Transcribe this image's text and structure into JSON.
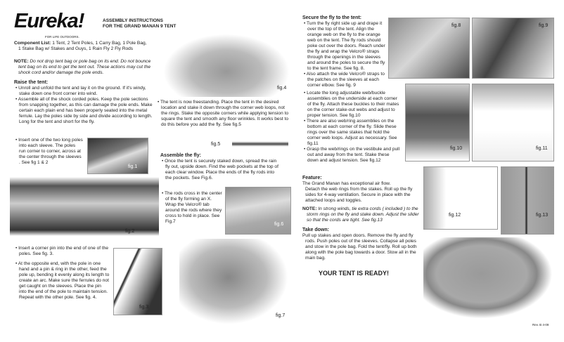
{
  "brand": {
    "logo": "Eureka!",
    "tagline": "FOR LIFE OUTDOORS."
  },
  "title": {
    "line1": "ASSEMBLY INSTRUCTIONS",
    "line2": "FOR THE GRAND MANAN 9  TENT"
  },
  "components": {
    "label": "Component List:",
    "text": " 1 Tent,   2 Tent Poles,  1 Carry Bag,  1 Pole Bag,",
    "text2": "1 Stake Bag w/ Stakes and Guys,  1 Rain Fly   2 Fly Rods"
  },
  "note1": {
    "label": "NOTE:",
    "text": " Do not drop tent bag or pole bag on its end. Do not bounce tent bag on its end to get the tent out. These actions may cut the shock cord and/or damage the pole ends."
  },
  "raise": {
    "heading": "Raise the tent:",
    "items": [
      "Unroll and unfold the tent and lay it on the ground. If it's windy, stake down one front corner into wind.",
      "Assemble all of the shock corded poles. Keep the pole sections from snapping together, as this can damage the pole ends. Make certain each plain end has been properly seated into the metal ferrule. Lay the poles side by side and divide according to length. Long for the tent and short for the fly."
    ],
    "insert": "Insert one of the two long poles into each sleeve. The poles run corner to corner, across at the center through the sleeves . See fig 1 & 2",
    "corner_pin": "Insert a corner pin into the end of one of the poles. See fig. 3.",
    "opposite": "At the opposite end, with the pole in one hand and a pin & ring in the other, feed the pole up, bending it evenly along its length to create an arc. Make sure the ferrules do not get caught on the sleeves. Place the pin into the end of the pole to maintain tension. Repeat with the other pole. See fig. 4."
  },
  "freestanding": "The tent is now freestanding. Place the tent in the desired location and stake it down through the corner web loops, not the rings. Stake the opposite corners while applying tension to square the tent and smooth any floor wrinkles. It works best to do this before you add the fly. See fig.5",
  "assemble_fly": {
    "heading": "Assemble the fly:",
    "items": [
      "Once the tent is securely staked down, spread the rain fly out, upside down. Find the web pockets at the top of each clear window. Place the ends of the fly rods into the pockets. See Fig.6.",
      "The rods cross in the center of the fly forming an X. Wrap the Velcro® tab around the rods where they cross to hold in place. See Fig.7"
    ]
  },
  "secure_fly": {
    "heading": "Secure the fly to the tent:",
    "items": [
      "Turn the fly right side up and drape it over the top of the tent. Align the orange web on the fly to the orange web on the tent. The fly rods should poke out over the doors. Reach under the fly and wrap the Velcro® straps through the openings in the sleeves and around the poles to secure the fly to the tent frame. See fig. 8.",
      "Also attach the wide Velcro® straps to the patches on the sleeves at each corner elbow. See fig. 9",
      "Locate the long adjustable web/buckle assemblies on the underside at each corner of the fly.  Attach these buckles to their mates on the corner stake-out webs and adjust to proper tension.  See fig.10",
      "There are also web/ring assemblies on the bottom at each corner of the fly. Slide these rings over the same stakes that hold the corner web loops. Adjust as necessary. See fig.11",
      "Grasp the web/rings on the vestibule and pull out and away from the tent. Stake these down and adjust tension. See fig.12"
    ]
  },
  "feature": {
    "heading": "Feature:",
    "line1": "The Grand Manan has exceptional air flow.",
    "text": "Detach the web rings from the stakes. Roll up the fly sides for 4-way ventilation. Secure in place with the attached loops and toggles."
  },
  "note2": {
    "label": "NOTE:",
    "text": "  In strong winds, tie extra cords ( included ) to the storm rings on the fly and stake down. Adjust the slider so that the cords are tight.  See fig.13"
  },
  "takedown": {
    "heading": "Take down:",
    "text": "Pull up stakes and open doors. Remove the fly and fly rods. Push poles out of the sleeves. Collapse all poles and stow in the pole bag. Fold the tent/fly. Roll up both along with the pole bag towards a door. Stow all in the main bag."
  },
  "ready": "YOUR  TENT IS READY!",
  "figures": {
    "f1": "fig.1",
    "f2": "fig.2",
    "f3": "fig.3",
    "f4": "fig.4",
    "f5": "fig.5",
    "f6": "fig.6",
    "f7": "fig.7",
    "f8": "fig.8",
    "f9": "fig.9",
    "f10": "fig.10",
    "f11": "fig.11",
    "f12": "fig.12",
    "f13": "fig.13"
  },
  "revision": "Rev. B 4-09"
}
